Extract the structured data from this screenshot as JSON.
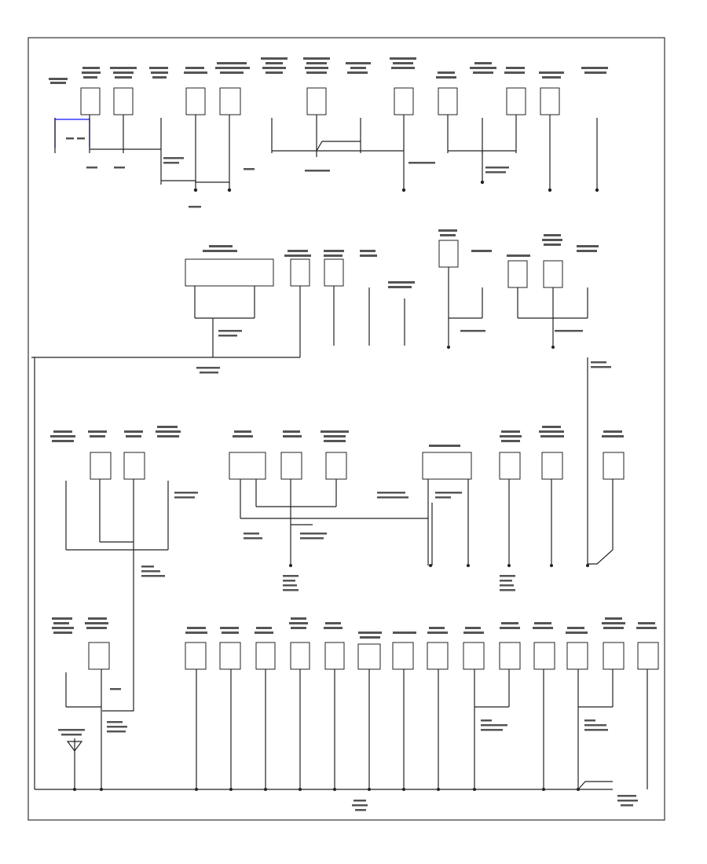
{
  "diagram": {
    "colors": {
      "line": "#222222",
      "highlight": "#3a3aff",
      "background": "#ffffff"
    },
    "blocks": [
      {
        "id": "r1",
        "components": 10,
        "grounds": 2
      },
      {
        "id": "r1b",
        "components": 8,
        "grounds": 2
      },
      {
        "id": "r2",
        "components": 9,
        "grounds": 1
      },
      {
        "id": "r3",
        "components": 12,
        "grounds": 6
      },
      {
        "id": "r4",
        "components": 17,
        "grounds": 1
      }
    ],
    "footer_code": ""
  }
}
